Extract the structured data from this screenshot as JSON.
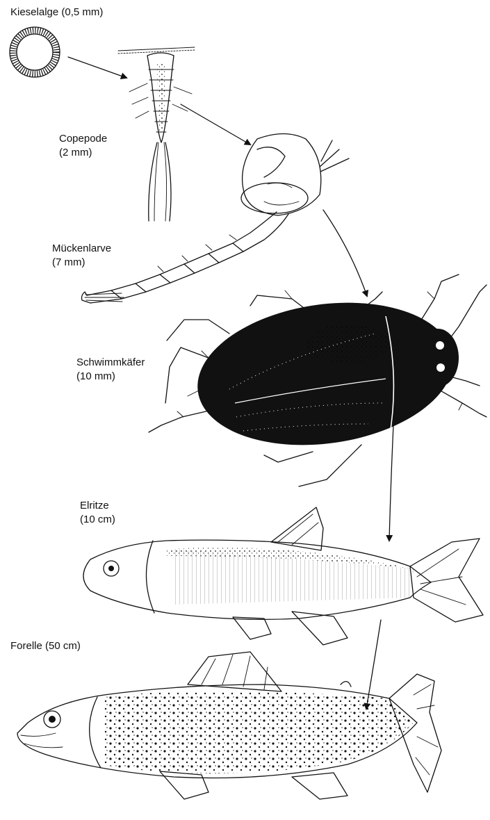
{
  "organisms": [
    {
      "name": "Kieselalge",
      "size": "(0,5 mm)",
      "label": "Kieselalge (0,5 mm)"
    },
    {
      "name": "Copepode",
      "size": "(2 mm)"
    },
    {
      "name": "Mückenlarve",
      "size": "(7 mm)"
    },
    {
      "name": "Schwimmkäfer",
      "size": "(10 mm)"
    },
    {
      "name": "Elritze",
      "size": "(10 cm)"
    },
    {
      "name": "Forelle",
      "size": "(50 cm)",
      "label": "Forelle (50 cm)"
    }
  ],
  "colors": {
    "ink": "#111111",
    "paper": "#ffffff"
  },
  "icons": [
    "diatom-icon",
    "copepod-icon",
    "mosquito-larva-icon",
    "water-beetle-icon",
    "minnow-icon",
    "trout-icon",
    "food-chain-arrow"
  ]
}
